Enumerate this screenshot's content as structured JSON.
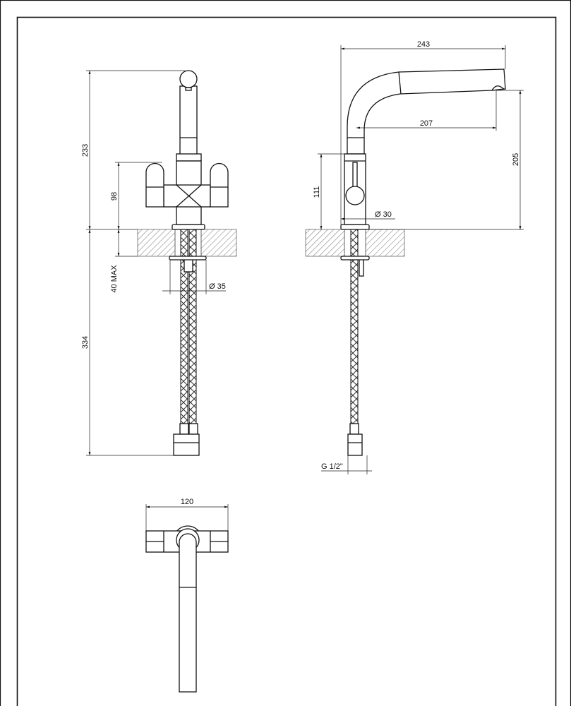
{
  "drawing": {
    "front_view": {
      "dims": {
        "total_height": "233",
        "handle_height": "98",
        "deck_thickness": "40 MAX",
        "hole_diameter": "Ø 35",
        "hose_length": "334"
      }
    },
    "side_view": {
      "dims": {
        "spout_reach": "243",
        "spout_inner": "207",
        "spout_height": "205",
        "body_height": "111",
        "body_diameter": "Ø 30",
        "connection": "G 1/2\""
      }
    },
    "top_view": {
      "dims": {
        "handle_width": "120"
      }
    }
  }
}
